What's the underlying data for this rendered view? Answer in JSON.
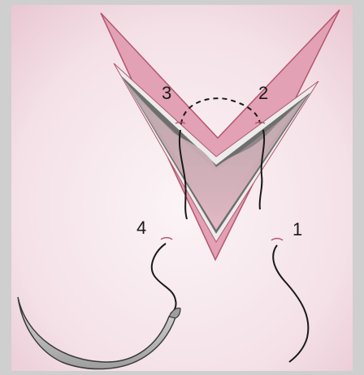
{
  "diagram": {
    "suture_points": [
      {
        "id": "label-1",
        "text": "1"
      },
      {
        "id": "label-2",
        "text": "2"
      },
      {
        "id": "label-3",
        "text": "3"
      },
      {
        "id": "label-4",
        "text": "4"
      }
    ]
  },
  "colors": {
    "outer_border": "#cfcfcf",
    "background_center": "#fbf4f6",
    "background_edge": "#eac9d3",
    "skin_pink": "#e2a1b4",
    "skin_outline": "#b5566f",
    "subcutaneous": "#ececec",
    "wound_bed": "#c9a6ae",
    "suture_thread": "#1a1a1a",
    "needle_fill": "#c4c4c4"
  }
}
